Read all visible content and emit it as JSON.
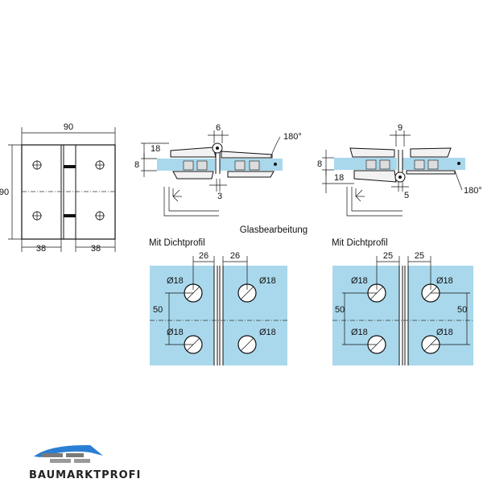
{
  "front_view": {
    "width": "90",
    "height": "90",
    "leaf_left": "38",
    "leaf_right": "38"
  },
  "section_left": {
    "dim_top": "6",
    "dim_bottom": "3",
    "offset_top": "18",
    "glass": "8",
    "angle": "180°"
  },
  "section_right": {
    "dim_top": "9",
    "dim_bottom": "5",
    "offset_bottom": "18",
    "glass": "8",
    "angle": "180°"
  },
  "glasbearbeitung_label": "Glasbearbeitung",
  "panel_left": {
    "caption": "Mit Dichtprofil",
    "dim_left": "26",
    "dim_right": "26",
    "spacing": "50",
    "hole_labels": [
      "Ø18",
      "Ø18",
      "Ø18",
      "Ø18"
    ]
  },
  "panel_right": {
    "caption": "Mit Dichtprofil",
    "dim_left": "25",
    "dim_right": "25",
    "spacing_left": "50",
    "spacing_right": "50",
    "hole_labels": [
      "Ø18",
      "Ø18",
      "Ø18",
      "Ø18"
    ]
  },
  "brand": {
    "name": "BAUMARKTPROFI",
    "color": "#2a7fd4"
  }
}
